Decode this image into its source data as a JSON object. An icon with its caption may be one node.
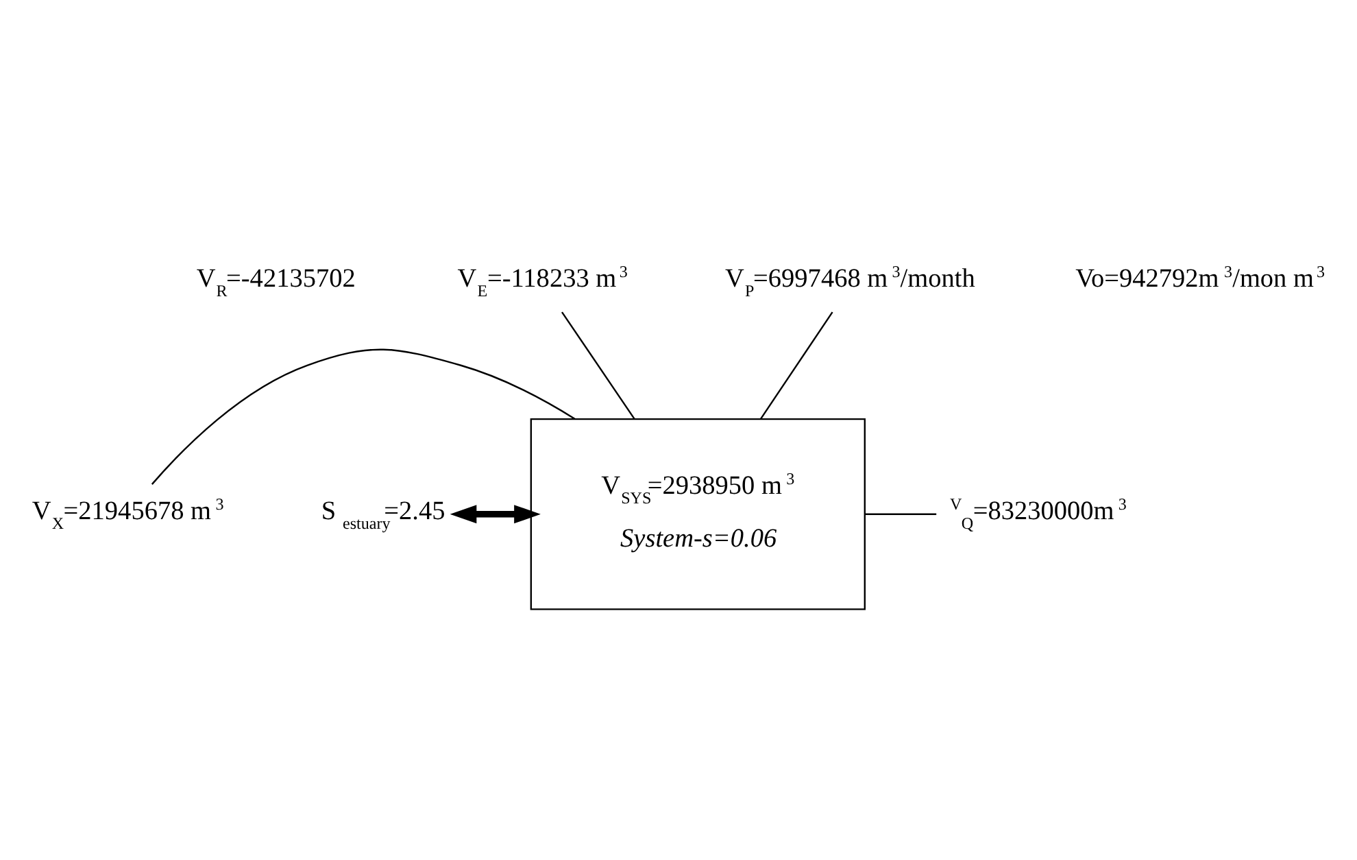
{
  "diagram": {
    "nodes": [
      {
        "text": [
          "V$_{SYS}$=2938950 m$^{3}$",
          "System-s=0.06"
        ]
      },
      {
        "text": [
          "V$_{E}$=-118233 m$^{3}$"
        ]
      },
      {
        "text": [
          "V$_{P}$=6997468 m$^{3}$/month"
        ]
      },
      {
        "text": [
          "V$_{X}$=21945678 m$^{3}$"
        ]
      },
      {
        "text": [
          "S $_{estuary}$=2.45"
        ]
      },
      {
        "text": [
          "$^{V}$$_{Q}$=83230000m$^{3}$"
        ]
      }
    ],
    "edges": [
      {
        "from": 1,
        "to": 0,
        "arrow": "none"
      },
      {
        "from": 2,
        "to": 0,
        "arrow": "none"
      },
      {
        "from": 3,
        "to": 0,
        "arrow": "none"
      },
      {
        "from": 4,
        "to": 0,
        "arrow": "both",
        "style": "thick"
      },
      {
        "from": 0,
        "to": 5,
        "arrow": "none"
      }
    ],
    "labels": [
      "V$_{R}$=-42135702",
      "Vo=942792m$^{3}$/mon m$^{3}$"
    ]
  }
}
